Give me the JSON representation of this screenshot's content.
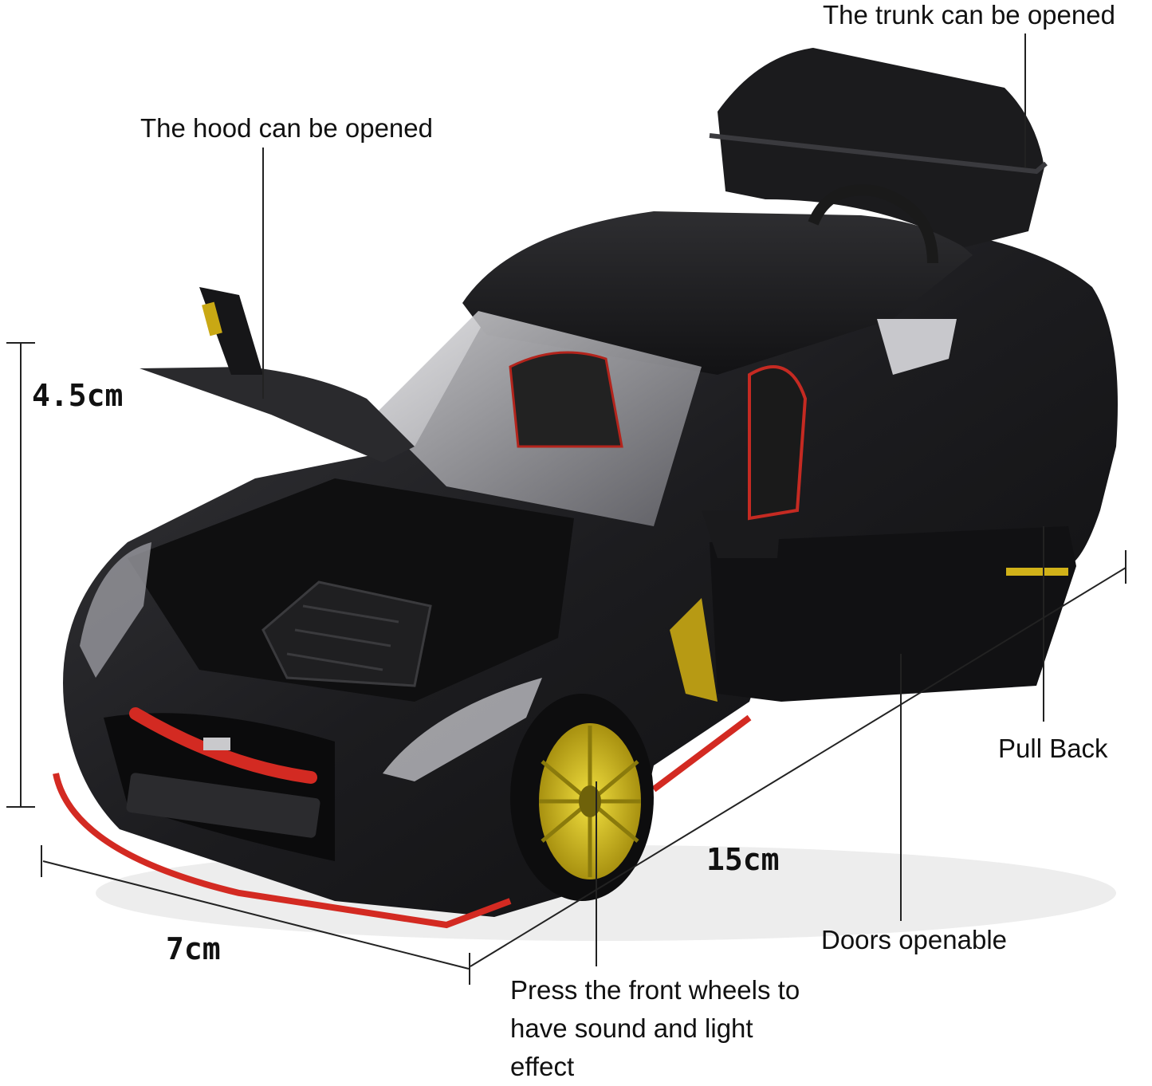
{
  "labels": {
    "trunk": "The trunk can be opened",
    "hood": "The hood can be opened",
    "pull_back": "Pull Back",
    "doors": "Doors openable",
    "wheels": "Press the front wheels to have sound and light effect"
  },
  "dimensions": {
    "height": "4.5cm",
    "width": "7cm",
    "length": "15cm"
  },
  "colors": {
    "body": "#1a1a1c",
    "accent_red": "#d32a22",
    "wheel_yellow": "#d8c21a",
    "line": "#222222"
  }
}
